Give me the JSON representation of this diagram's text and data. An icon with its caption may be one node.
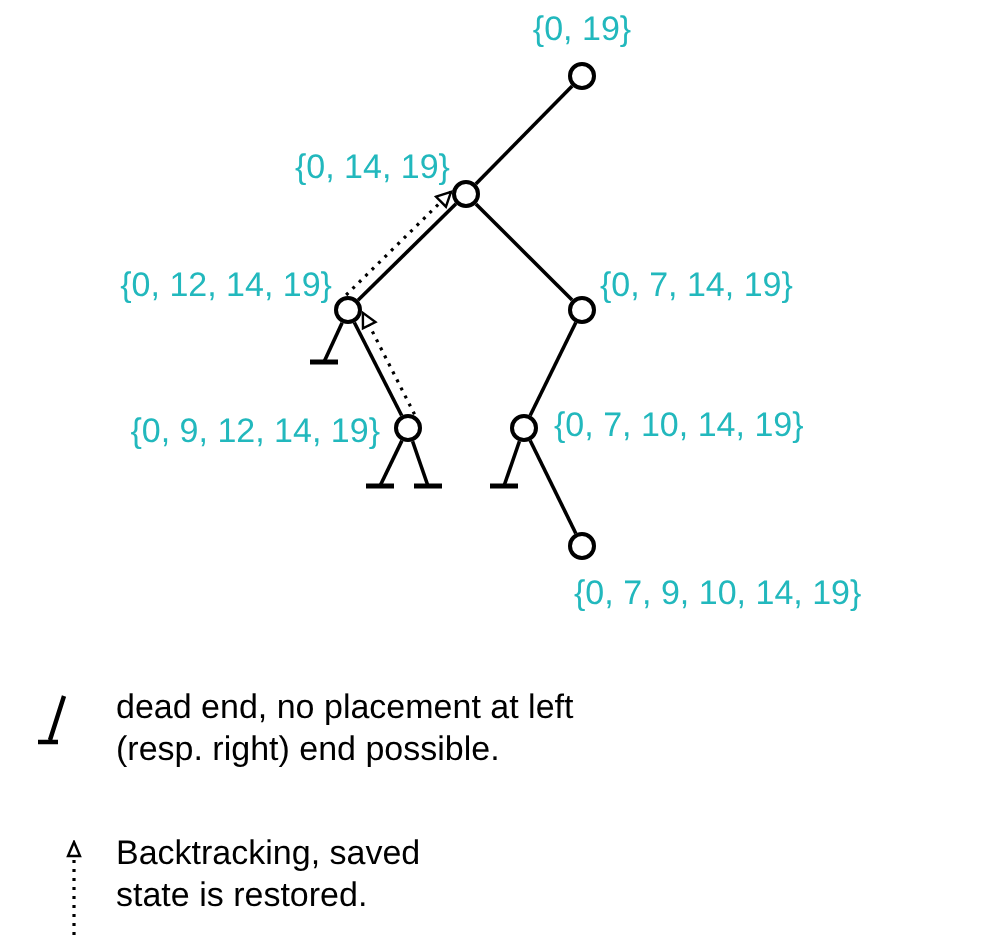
{
  "diagram": {
    "nodes": [
      {
        "text": [],
        "shape": "circle",
        "beside": [
          "{0, 19}"
        ]
      },
      {
        "text": [],
        "shape": "circle",
        "beside": [
          "{0, 14, 19}"
        ]
      },
      {
        "text": [],
        "shape": "circle",
        "beside": [
          "{0, 12, 14, 19}"
        ]
      },
      {
        "text": [],
        "shape": "circle",
        "beside": [
          "{0, 7, 14, 19}"
        ]
      },
      {
        "text": [],
        "shape": "circle",
        "beside": [
          "{0, 9, 12, 14, 19}"
        ]
      },
      {
        "text": [],
        "shape": "circle",
        "beside": [
          "{0, 7, 10, 14, 19}"
        ]
      },
      {
        "text": [],
        "shape": "circle",
        "beside": [
          "{0, 7, 9, 10, 14, 19}"
        ]
      }
    ],
    "edges": [
      {
        "from": 0,
        "to": 1,
        "arrow": "none"
      },
      {
        "from": 1,
        "to": 2,
        "arrow": "none"
      },
      {
        "from": 1,
        "to": 3,
        "arrow": "none"
      },
      {
        "from": 2,
        "to": 4,
        "arrow": "none"
      },
      {
        "from": 3,
        "to": 5,
        "arrow": "none"
      },
      {
        "from": 5,
        "to": 6,
        "arrow": "none"
      },
      {
        "from": 4,
        "to": 2,
        "arrow": "to",
        "style": "dashed"
      },
      {
        "from": 2,
        "to": 1,
        "arrow": "to",
        "style": "dashed"
      },
      {
        "from": 2,
        "to": null,
        "arrow": "other"
      },
      {
        "from": 4,
        "to": null,
        "arrow": "other"
      },
      {
        "from": 4,
        "to": null,
        "arrow": "other"
      },
      {
        "from": 5,
        "to": null,
        "arrow": "other"
      }
    ],
    "legend": [
      {
        "text": "dead end, no placement at left (resp. right) end possible."
      },
      {
        "text": "Backtracking, saved state is restored."
      }
    ]
  }
}
